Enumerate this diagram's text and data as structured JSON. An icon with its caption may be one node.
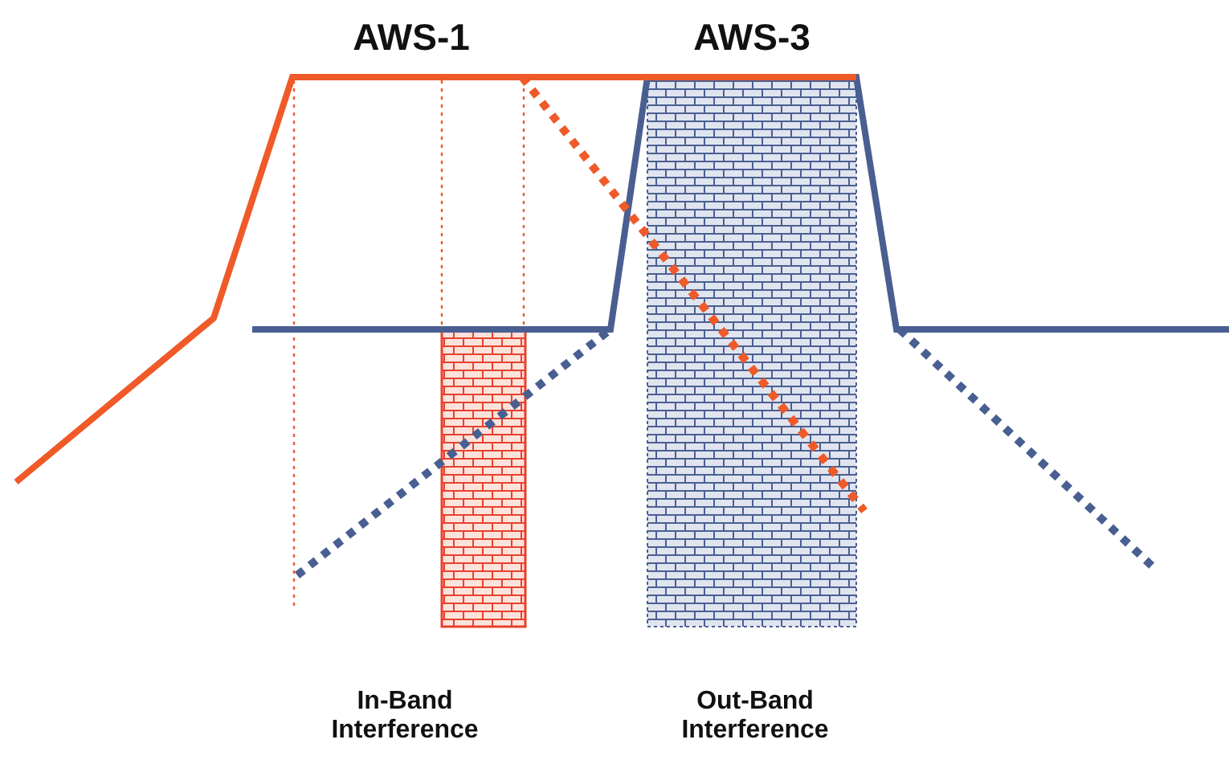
{
  "diagram": {
    "labels": [
      "AWS-1",
      "AWS-3",
      "In-Band Interference",
      "Out-Band Interference"
    ]
  }
}
